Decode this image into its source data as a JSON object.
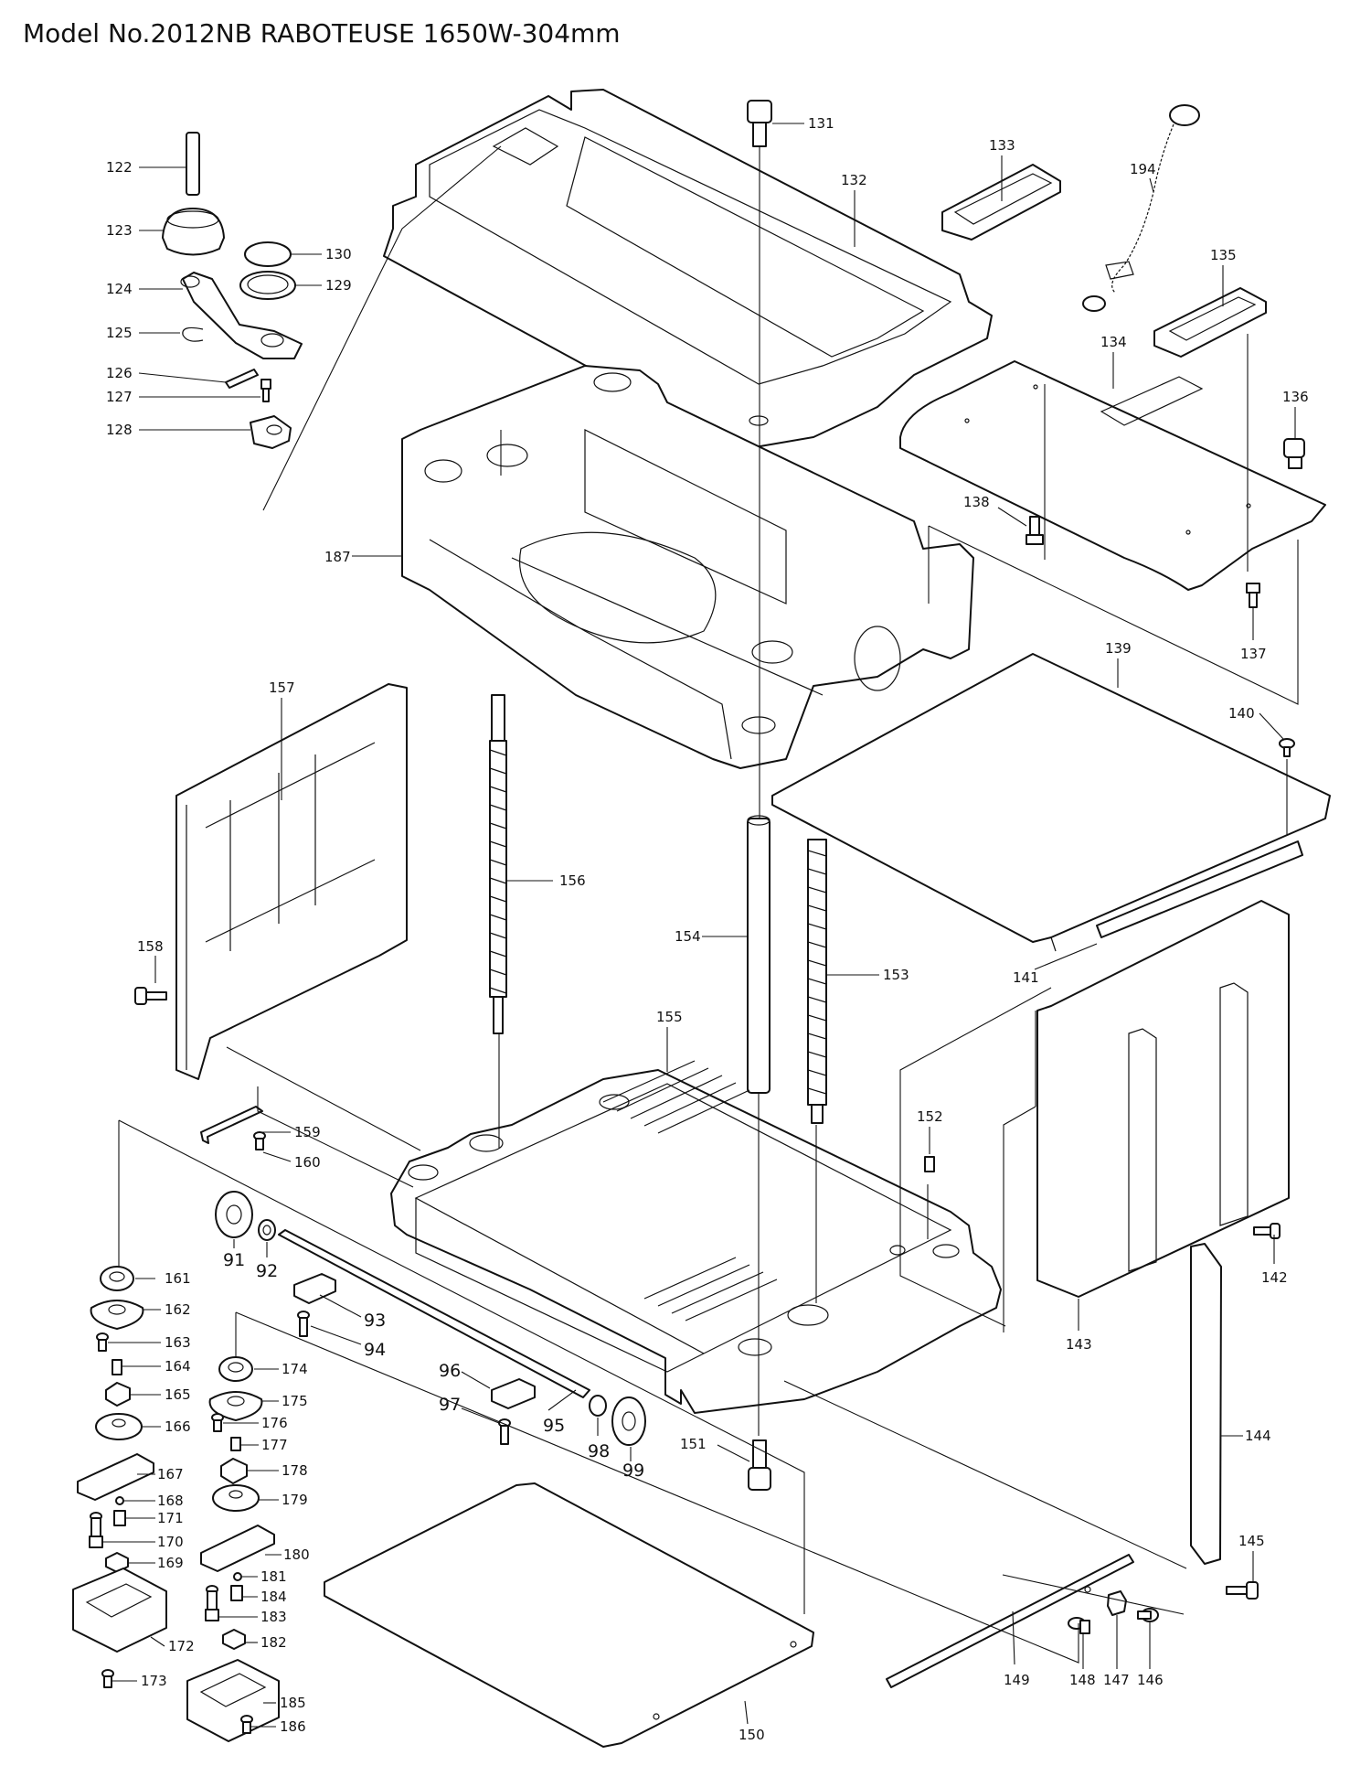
{
  "title": "Model No.2012NB RABOTEUSE 1650W-304mm",
  "callouts": [
    {
      "id": "122",
      "text": "122"
    },
    {
      "id": "123",
      "text": "123"
    },
    {
      "id": "124",
      "text": "124"
    },
    {
      "id": "125",
      "text": "125"
    },
    {
      "id": "126",
      "text": "126"
    },
    {
      "id": "127",
      "text": "127"
    },
    {
      "id": "128",
      "text": "128"
    },
    {
      "id": "129",
      "text": "129"
    },
    {
      "id": "130",
      "text": "130"
    },
    {
      "id": "131",
      "text": "131"
    },
    {
      "id": "132",
      "text": "132"
    },
    {
      "id": "133",
      "text": "133"
    },
    {
      "id": "194",
      "text": "194"
    },
    {
      "id": "135",
      "text": "135"
    },
    {
      "id": "134",
      "text": "134"
    },
    {
      "id": "136",
      "text": "136"
    },
    {
      "id": "138",
      "text": "138"
    },
    {
      "id": "137",
      "text": "137"
    },
    {
      "id": "187",
      "text": "187"
    },
    {
      "id": "139",
      "text": "139"
    },
    {
      "id": "140",
      "text": "140"
    },
    {
      "id": "157",
      "text": "157"
    },
    {
      "id": "156",
      "text": "156"
    },
    {
      "id": "154",
      "text": "154"
    },
    {
      "id": "153",
      "text": "153"
    },
    {
      "id": "141",
      "text": "141"
    },
    {
      "id": "158",
      "text": "158"
    },
    {
      "id": "155",
      "text": "155"
    },
    {
      "id": "152",
      "text": "152"
    },
    {
      "id": "159",
      "text": "159"
    },
    {
      "id": "160",
      "text": "160"
    },
    {
      "id": "91",
      "text": "91"
    },
    {
      "id": "92",
      "text": "92"
    },
    {
      "id": "161",
      "text": "161"
    },
    {
      "id": "162",
      "text": "162"
    },
    {
      "id": "93",
      "text": "93"
    },
    {
      "id": "142",
      "text": "142"
    },
    {
      "id": "163",
      "text": "163"
    },
    {
      "id": "94",
      "text": "94"
    },
    {
      "id": "143",
      "text": "143"
    },
    {
      "id": "164",
      "text": "164"
    },
    {
      "id": "165",
      "text": "165"
    },
    {
      "id": "96",
      "text": "96"
    },
    {
      "id": "174",
      "text": "174"
    },
    {
      "id": "166",
      "text": "166"
    },
    {
      "id": "175",
      "text": "175"
    },
    {
      "id": "97",
      "text": "97"
    },
    {
      "id": "176",
      "text": "176"
    },
    {
      "id": "95",
      "text": "95"
    },
    {
      "id": "177",
      "text": "177"
    },
    {
      "id": "98",
      "text": "98"
    },
    {
      "id": "99",
      "text": "99"
    },
    {
      "id": "151",
      "text": "151"
    },
    {
      "id": "144",
      "text": "144"
    },
    {
      "id": "167",
      "text": "167"
    },
    {
      "id": "178",
      "text": "178"
    },
    {
      "id": "168",
      "text": "168"
    },
    {
      "id": "179",
      "text": "179"
    },
    {
      "id": "171",
      "text": "171"
    },
    {
      "id": "170",
      "text": "170"
    },
    {
      "id": "180",
      "text": "180"
    },
    {
      "id": "169",
      "text": "169"
    },
    {
      "id": "181",
      "text": "181"
    },
    {
      "id": "184",
      "text": "184"
    },
    {
      "id": "145",
      "text": "145"
    },
    {
      "id": "172",
      "text": "172"
    },
    {
      "id": "183",
      "text": "183"
    },
    {
      "id": "182",
      "text": "182"
    },
    {
      "id": "173",
      "text": "173"
    },
    {
      "id": "149",
      "text": "149"
    },
    {
      "id": "148",
      "text": "148"
    },
    {
      "id": "147",
      "text": "147"
    },
    {
      "id": "146",
      "text": "146"
    },
    {
      "id": "185",
      "text": "185"
    },
    {
      "id": "150",
      "text": "150"
    },
    {
      "id": "186",
      "text": "186"
    }
  ]
}
